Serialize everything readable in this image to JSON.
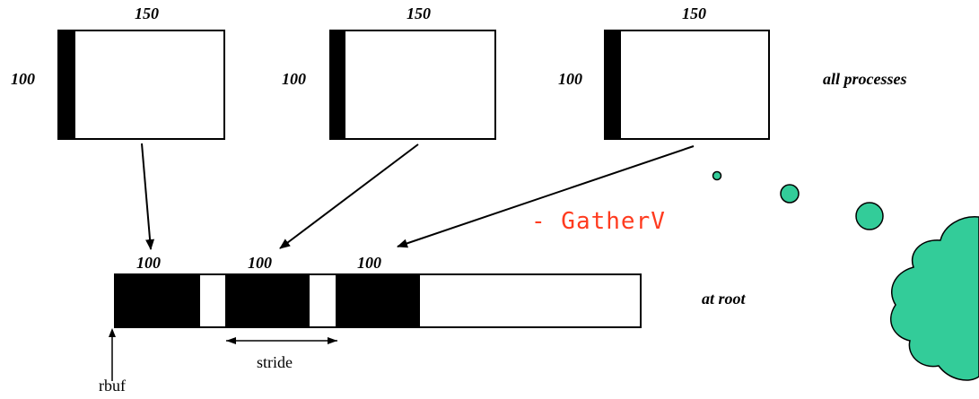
{
  "title": "- GatherV",
  "colors": {
    "ink": "#000000",
    "paper": "#ffffff",
    "title": "#ff3b1f",
    "cloud": "#33cc99"
  },
  "source": {
    "width_label": "150",
    "height_label": "100",
    "side_label": "all processes"
  },
  "receive_buffer": {
    "segment_labels": [
      "100",
      "100",
      "100"
    ],
    "side_label": "at root",
    "stride_label": "stride",
    "pointer_label": "rbuf"
  },
  "decoration": {
    "icon": "thought-cloud-icon"
  }
}
